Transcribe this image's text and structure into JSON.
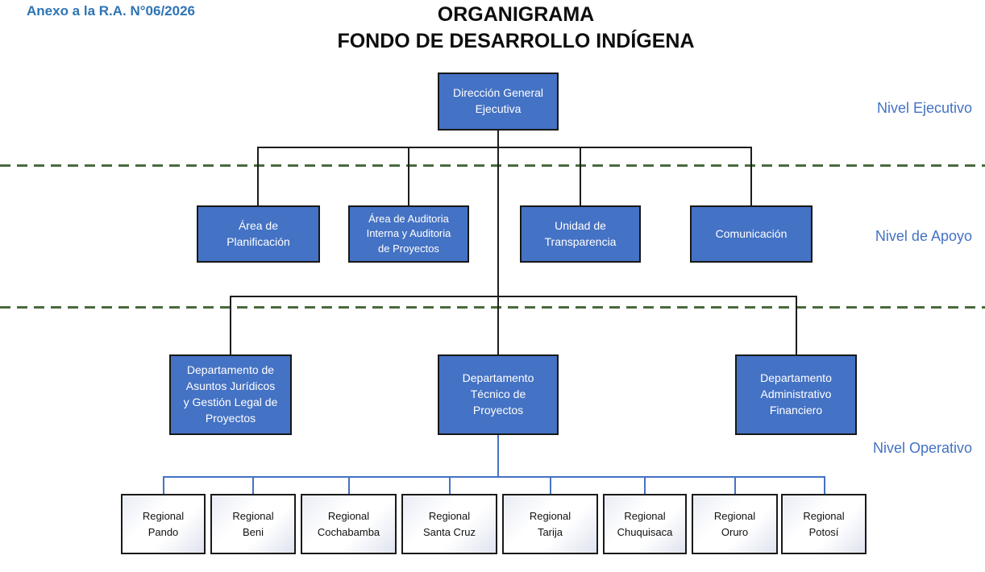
{
  "annotation": {
    "text": "Anexo a la R.A. N°06/2026"
  },
  "title": {
    "line1": "ORGANIGRAMA",
    "line2": "FONDO DE DESARROLLO INDÍGENA"
  },
  "level_labels": {
    "executive": "Nivel Ejecutivo",
    "support": "Nivel de Apoyo",
    "operative": "Nivel Operativo"
  },
  "org": {
    "root": {
      "label": "Dirección General\nEjecutiva"
    },
    "support_units": [
      {
        "label": "Área de\nPlanificación"
      },
      {
        "label": "Área de Auditoria\nInterna y Auditoria\nde Proyectos"
      },
      {
        "label": "Unidad de\nTransparencia"
      },
      {
        "label": "Comunicación"
      }
    ],
    "departments": [
      {
        "label": "Departamento de\nAsuntos  Jurídicos\ny Gestión Legal de\nProyectos"
      },
      {
        "label": "Departamento\nTécnico de\nProyectos"
      },
      {
        "label": "Departamento\nAdministrativo\nFinanciero"
      }
    ],
    "regionals": [
      {
        "label": "Regional\nPando"
      },
      {
        "label": "Regional\nBeni"
      },
      {
        "label": "Regional\nCochabamba"
      },
      {
        "label": "Regional\nSanta Cruz"
      },
      {
        "label": "Regional\nTarija"
      },
      {
        "label": "Regional\nChuquisaca"
      },
      {
        "label": "Regional\nOruro"
      },
      {
        "label": "Regional\nPotosí"
      }
    ]
  },
  "colors": {
    "node_fill": "#4472C4",
    "node_border": "#181818",
    "connector_black": "#1c1c1c",
    "connector_blue": "#4472C4",
    "separator_green": "#4a6a3d",
    "annotation_blue": "#2E74B5",
    "level_label_blue": "#4472C4",
    "regional_fill_gradient_edge": "#dfe3ef"
  }
}
